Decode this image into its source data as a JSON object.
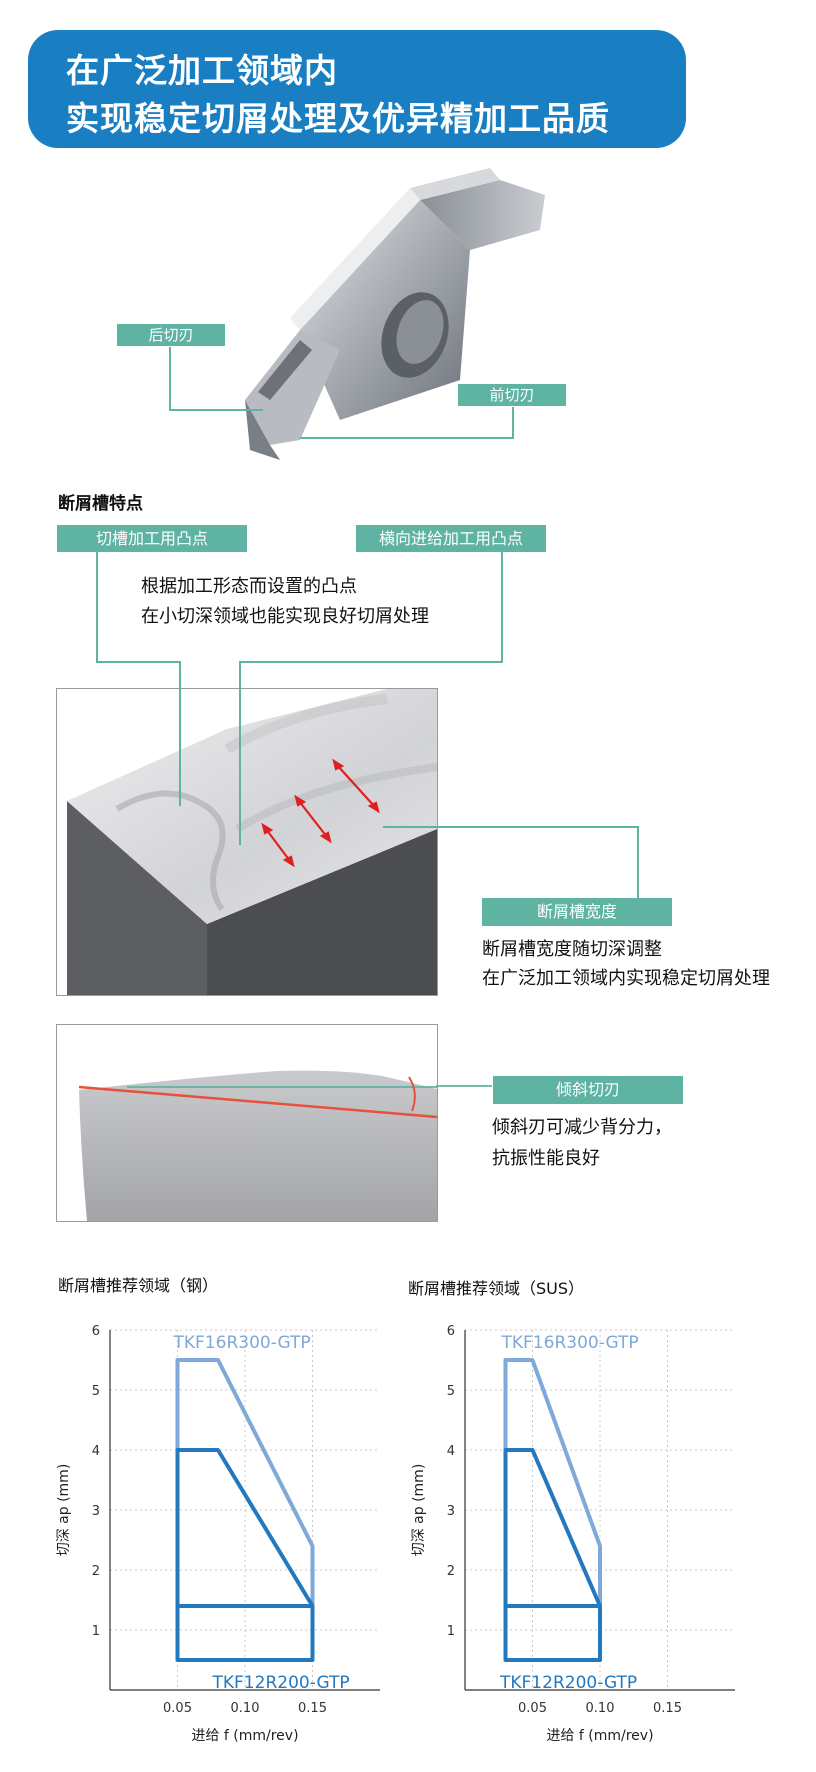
{
  "banner": {
    "line1": "在广泛加工领域内",
    "line2": "实现稳定切屑处理及优异精加工品质"
  },
  "insert_labels": {
    "rear_edge": "后切刃",
    "front_edge": "前切刃"
  },
  "features": {
    "section_title": "断屑槽特点",
    "tag_grooving": "切槽加工用凸点",
    "tag_traverse": "横向进给加工用凸点",
    "desc_line1": "根据加工形态而设置的凸点",
    "desc_line2": "在小切深领域也能实现良好切屑处理",
    "tag_width": "断屑槽宽度",
    "width_line1": "断屑槽宽度随切深调整",
    "width_line2": "在广泛加工领域内实现稳定切屑处理",
    "tag_incline": "倾斜切刃",
    "incline_line1": "倾斜刃可减少背分力，",
    "incline_line2": "抗振性能良好"
  },
  "colors": {
    "banner_blue": "#1a7fc2",
    "tag_teal": "#5fb3a3",
    "arrow_red": "#e02020",
    "series_light": "#7ea9d8",
    "series_dark": "#2478bd"
  },
  "chart_data": [
    {
      "type": "area",
      "title": "断屑槽推荐领域（钢）",
      "xlabel": "进给 f (mm/rev)",
      "ylabel": "切深 ap (mm)",
      "xlim": [
        0,
        0.2
      ],
      "ylim": [
        0,
        6
      ],
      "xticks": [
        "0.05",
        "0.10",
        "0.15"
      ],
      "yticks": [
        "1",
        "2",
        "3",
        "4",
        "5",
        "6"
      ],
      "grid": true,
      "series": [
        {
          "name": "TKF16R300-GTP",
          "points": [
            [
              0.05,
              1.4
            ],
            [
              0.05,
              5.5
            ],
            [
              0.08,
              5.5
            ],
            [
              0.15,
              2.4
            ],
            [
              0.15,
              1.4
            ]
          ]
        },
        {
          "name": "",
          "points": [
            [
              0.05,
              1.4
            ],
            [
              0.05,
              4.0
            ],
            [
              0.08,
              4.0
            ],
            [
              0.15,
              1.4
            ]
          ]
        },
        {
          "name": "TKF12R200-GTP",
          "points": [
            [
              0.05,
              0.5
            ],
            [
              0.05,
              1.4
            ],
            [
              0.15,
              1.4
            ],
            [
              0.15,
              0.5
            ]
          ]
        }
      ]
    },
    {
      "type": "area",
      "title": "断屑槽推荐领域（SUS）",
      "xlabel": "进给 f (mm/rev)",
      "ylabel": "切深 ap (mm)",
      "xlim": [
        0,
        0.2
      ],
      "ylim": [
        0,
        6
      ],
      "xticks": [
        "0.05",
        "0.10",
        "0.15"
      ],
      "yticks": [
        "1",
        "2",
        "3",
        "4",
        "5",
        "6"
      ],
      "grid": true,
      "series": [
        {
          "name": "TKF16R300-GTP",
          "points": [
            [
              0.03,
              1.4
            ],
            [
              0.03,
              5.5
            ],
            [
              0.05,
              5.5
            ],
            [
              0.1,
              2.4
            ],
            [
              0.1,
              1.4
            ]
          ]
        },
        {
          "name": "",
          "points": [
            [
              0.03,
              1.4
            ],
            [
              0.03,
              4.0
            ],
            [
              0.05,
              4.0
            ],
            [
              0.1,
              1.4
            ]
          ]
        },
        {
          "name": "TKF12R200-GTP",
          "points": [
            [
              0.03,
              0.5
            ],
            [
              0.03,
              1.4
            ],
            [
              0.1,
              1.4
            ],
            [
              0.1,
              0.5
            ]
          ]
        }
      ]
    }
  ]
}
